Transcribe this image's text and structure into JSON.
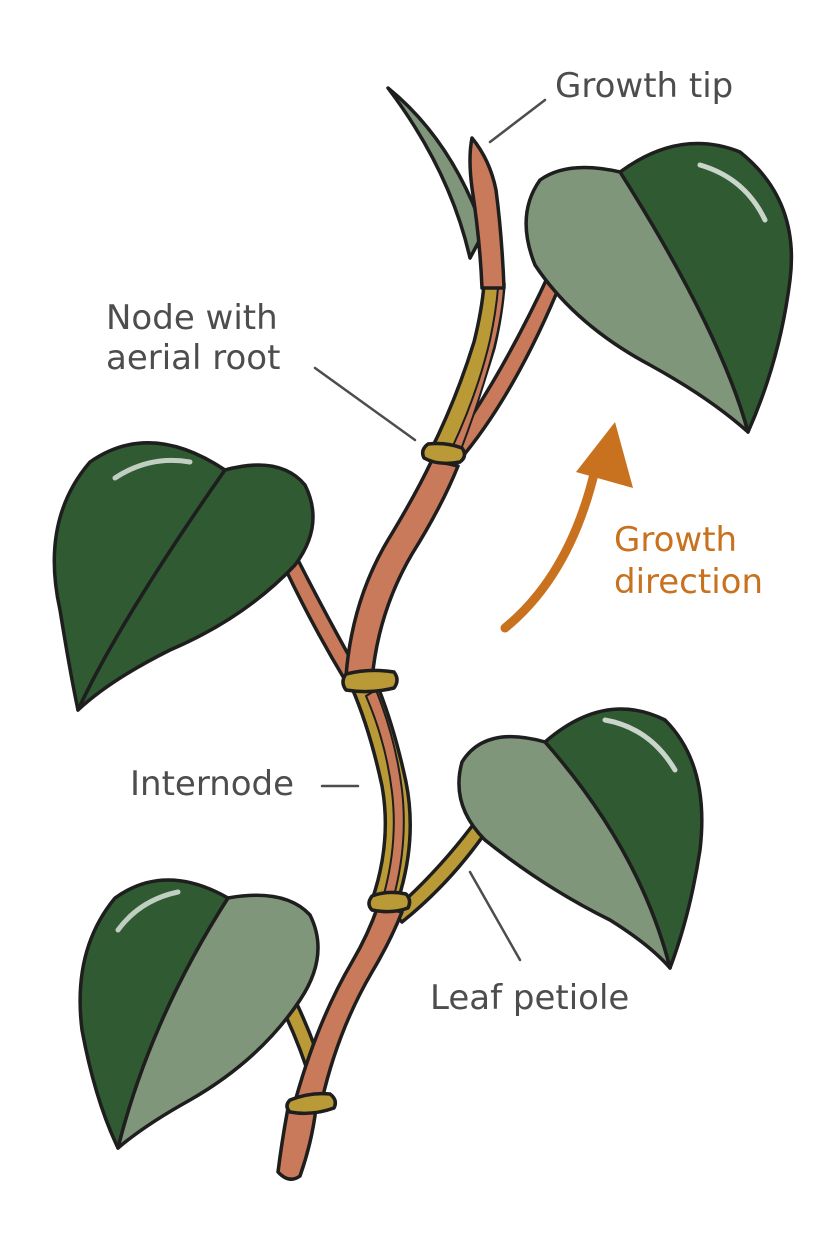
{
  "labels": {
    "growth_tip": "Growth tip",
    "node_line1": "Node with",
    "node_line2": "aerial root",
    "growth_line1": "Growth",
    "growth_line2": "direction",
    "internode": "Internode",
    "leaf_petiole": "Leaf petiole"
  },
  "colors": {
    "leaf_dark": "#2f5a32",
    "leaf_light": "#7f967a",
    "stem_copper": "#c97a5a",
    "stem_olive": "#b99a36",
    "outline": "#1e1e1e",
    "label_text": "#4d4d4d",
    "growth_arrow": "#c8711f"
  },
  "icons": {
    "growth_arrow": "curved-arrow-up"
  }
}
